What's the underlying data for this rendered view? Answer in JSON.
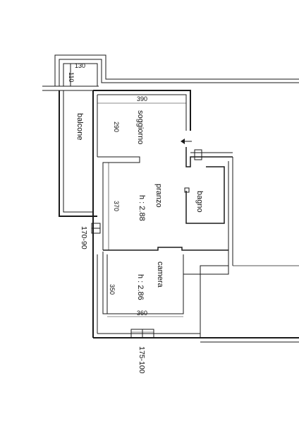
{
  "rooms": {
    "balcone": "balcone",
    "soggiorno": "soggiorno",
    "pranzo": "pranzo",
    "pranzo_height": "h : 2.88",
    "bagno": "bagno",
    "camera": "camera",
    "camera_height": "h : 2.86"
  },
  "dimensions": {
    "d130": "130",
    "d110": "110",
    "d390": "390",
    "d290": "290",
    "d370": "370",
    "d350": "350",
    "d360": "360",
    "window_1": "170-90",
    "window_2": "175-100"
  },
  "colors": {
    "wall": "#1a1a1a",
    "background": "#ffffff"
  }
}
